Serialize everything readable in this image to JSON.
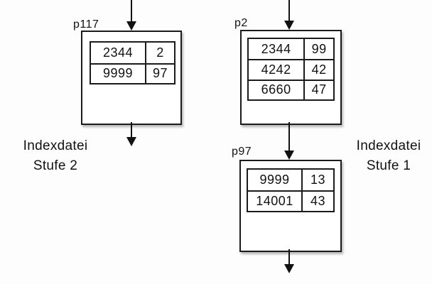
{
  "diagram": {
    "background": "#fdfdfd",
    "line_color": "#111111",
    "captions": {
      "left": {
        "line1": "Indexdatei",
        "line2": "Stufe 2"
      },
      "right": {
        "line1": "Indexdatei",
        "line2": "Stufe 1"
      }
    },
    "nodes": [
      {
        "id": "p117",
        "label": "p117",
        "rows": [
          [
            "2344",
            "2"
          ],
          [
            "9999",
            "97"
          ]
        ]
      },
      {
        "id": "p2",
        "label": "p2",
        "rows": [
          [
            "2344",
            "99"
          ],
          [
            "4242",
            "42"
          ],
          [
            "6660",
            "47"
          ]
        ]
      },
      {
        "id": "p97",
        "label": "p97",
        "rows": [
          [
            "9999",
            "13"
          ],
          [
            "14001",
            "43"
          ]
        ]
      }
    ]
  }
}
